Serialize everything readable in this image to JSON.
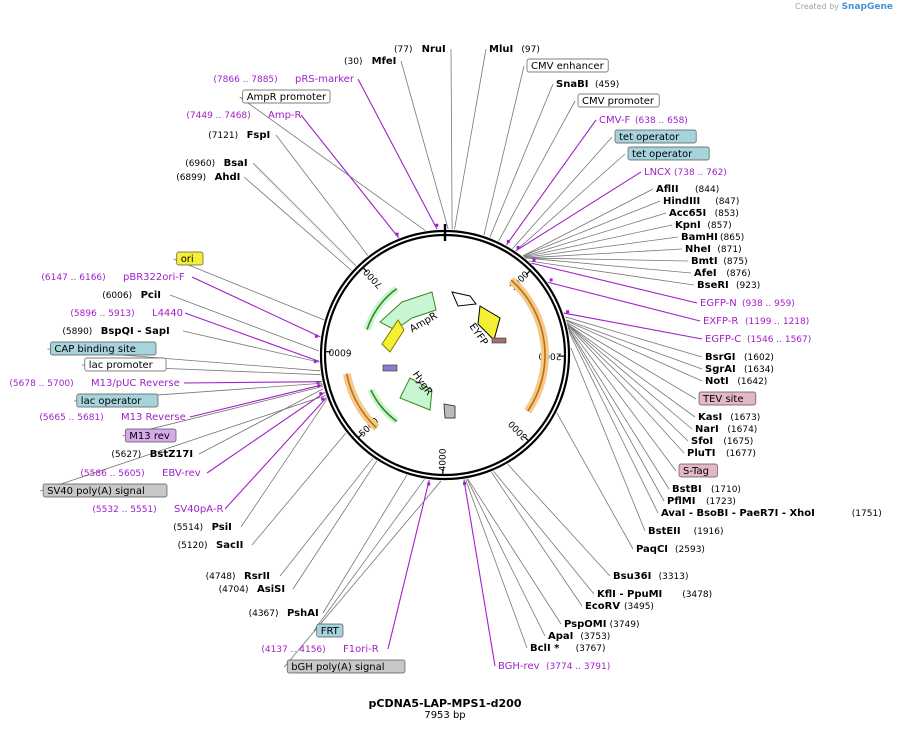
{
  "credit": {
    "prefix": "Created by",
    "brand": "SnapGene"
  },
  "plasmid": {
    "name": "pCDNA5-LAP-MPS1-d200",
    "length": "7953 bp"
  },
  "ticks": [
    "1000",
    "2000",
    "3000",
    "4000",
    "5000",
    "6000",
    "7000"
  ],
  "inner_labels": [
    "AmpR",
    "EYFP",
    "HygR"
  ],
  "right_labels": [
    {
      "kind": "enzyme",
      "name": "MluI",
      "pos": "(97)"
    },
    {
      "kind": "feature",
      "name": "CMV enhancer",
      "color": "#ffffff"
    },
    {
      "kind": "enzyme",
      "name": "SnaBI",
      "pos": "(459)"
    },
    {
      "kind": "feature",
      "name": "CMV promoter",
      "color": "#ffffff"
    },
    {
      "kind": "primer",
      "name": "CMV-F",
      "pos": "(638 .. 658)"
    },
    {
      "kind": "feature",
      "name": "tet operator",
      "color": "#a6d4dc"
    },
    {
      "kind": "feature",
      "name": "tet operator",
      "color": "#a6d4dc"
    },
    {
      "kind": "primer",
      "name": "LNCX",
      "pos": "(738 .. 762)"
    },
    {
      "kind": "enzyme",
      "name": "AflII",
      "pos": "(844)"
    },
    {
      "kind": "enzyme",
      "name": "HindIII",
      "pos": "(847)"
    },
    {
      "kind": "enzyme",
      "name": "Acc65I",
      "pos": "(853)"
    },
    {
      "kind": "enzyme",
      "name": "KpnI",
      "pos": "(857)"
    },
    {
      "kind": "enzyme",
      "name": "BamHI",
      "pos": "(865)"
    },
    {
      "kind": "enzyme",
      "name": "NheI",
      "pos": "(871)"
    },
    {
      "kind": "enzyme",
      "name": "BmtI",
      "pos": "(875)"
    },
    {
      "kind": "enzyme",
      "name": "AfeI",
      "pos": "(876)"
    },
    {
      "kind": "enzyme",
      "name": "BseRI",
      "pos": "(923)"
    },
    {
      "kind": "primer",
      "name": "EGFP-N",
      "pos": "(938 .. 959)"
    },
    {
      "kind": "primer",
      "name": "EXFP-R",
      "pos": "(1199 .. 1218)"
    },
    {
      "kind": "primer",
      "name": "EGFP-C",
      "pos": "(1546 .. 1567)"
    },
    {
      "kind": "enzyme",
      "name": "BsrGI",
      "pos": "(1602)"
    },
    {
      "kind": "enzyme",
      "name": "SgrAI",
      "pos": "(1634)"
    },
    {
      "kind": "enzyme",
      "name": "NotI",
      "pos": "(1642)"
    },
    {
      "kind": "feature",
      "name": "TEV site",
      "color": "#e3b8c4"
    },
    {
      "kind": "enzyme",
      "name": "KasI",
      "pos": "(1673)"
    },
    {
      "kind": "enzyme",
      "name": "NarI",
      "pos": "(1674)"
    },
    {
      "kind": "enzyme",
      "name": "SfoI",
      "pos": "(1675)"
    },
    {
      "kind": "enzyme",
      "name": "PluTI",
      "pos": "(1677)"
    },
    {
      "kind": "feature",
      "name": "S-Tag",
      "color": "#e3b8c4"
    },
    {
      "kind": "enzyme",
      "name": "BstBI",
      "pos": "(1710)"
    },
    {
      "kind": "enzyme",
      "name": "PflMI",
      "pos": "(1723)"
    },
    {
      "kind": "enzyme",
      "name": "AvaI - BsoBI - PaeR7I - XhoI",
      "pos": "(1751)"
    },
    {
      "kind": "enzyme",
      "name": "BstEII",
      "pos": "(1916)"
    },
    {
      "kind": "enzyme",
      "name": "PaqCI",
      "pos": "(2593)"
    },
    {
      "kind": "enzyme",
      "name": "Bsu36I",
      "pos": "(3313)"
    },
    {
      "kind": "enzyme",
      "name": "KflI - PpuMI",
      "pos": "(3478)"
    },
    {
      "kind": "enzyme",
      "name": "EcoRV",
      "pos": "(3495)"
    },
    {
      "kind": "enzyme",
      "name": "PspOMI",
      "pos": "(3749)"
    },
    {
      "kind": "enzyme",
      "name": "ApaI",
      "pos": "(3753)"
    },
    {
      "kind": "enzyme",
      "name": "BclI *",
      "pos": "(3767)"
    },
    {
      "kind": "primer",
      "name": "BGH-rev",
      "pos": "(3774 .. 3791)"
    }
  ],
  "left_labels": [
    {
      "kind": "enzyme",
      "name": "NruI",
      "pos": "(77)"
    },
    {
      "kind": "enzyme",
      "name": "MfeI",
      "pos": "(30)"
    },
    {
      "kind": "primer",
      "name": "pRS-marker",
      "pos": "(7866 .. 7885)"
    },
    {
      "kind": "feature",
      "name": "AmpR promoter",
      "color": "#ffffff"
    },
    {
      "kind": "primer",
      "name": "Amp-R",
      "pos": "(7449 .. 7468)"
    },
    {
      "kind": "enzyme",
      "name": "FspI",
      "pos": "(7121)"
    },
    {
      "kind": "enzyme",
      "name": "BsaI",
      "pos": "(6960)"
    },
    {
      "kind": "enzyme",
      "name": "AhdI",
      "pos": "(6899)"
    },
    {
      "kind": "feature",
      "name": "ori",
      "color": "#f5f032"
    },
    {
      "kind": "primer",
      "name": "pBR322ori-F",
      "pos": "(6147 .. 6166)"
    },
    {
      "kind": "enzyme",
      "name": "PciI",
      "pos": "(6006)"
    },
    {
      "kind": "primer",
      "name": "L4440",
      "pos": "(5896 .. 5913)"
    },
    {
      "kind": "enzyme",
      "name": "BspQI - SapI",
      "pos": "(5890)"
    },
    {
      "kind": "feature",
      "name": "CAP binding site",
      "color": "#a6d4dc"
    },
    {
      "kind": "feature",
      "name": "lac promoter",
      "color": "#ffffff"
    },
    {
      "kind": "primer",
      "name": "M13/pUC Reverse",
      "pos": "(5678 .. 5700)"
    },
    {
      "kind": "feature",
      "name": "lac operator",
      "color": "#a6d4dc"
    },
    {
      "kind": "primer",
      "name": "M13 Reverse",
      "pos": "(5665 .. 5681)"
    },
    {
      "kind": "feature",
      "name": "M13 rev",
      "color": "#d8a8ec"
    },
    {
      "kind": "enzyme",
      "name": "BstZ17I",
      "pos": "(5627)"
    },
    {
      "kind": "primer",
      "name": "EBV-rev",
      "pos": "(5586 .. 5605)"
    },
    {
      "kind": "feature",
      "name": "SV40 poly(A) signal",
      "color": "#c8c8c8"
    },
    {
      "kind": "primer",
      "name": "SV40pA-R",
      "pos": "(5532 .. 5551)"
    },
    {
      "kind": "enzyme",
      "name": "PsiI",
      "pos": "(5514)"
    },
    {
      "kind": "enzyme",
      "name": "SacII",
      "pos": "(5120)"
    },
    {
      "kind": "enzyme",
      "name": "RsrII",
      "pos": "(4748)"
    },
    {
      "kind": "enzyme",
      "name": "AsiSI",
      "pos": "(4704)"
    },
    {
      "kind": "enzyme",
      "name": "PshAI",
      "pos": "(4367)"
    },
    {
      "kind": "feature",
      "name": "FRT",
      "color": "#a6d4dc"
    },
    {
      "kind": "primer",
      "name": "F1ori-R",
      "pos": "(4137 .. 4156)"
    },
    {
      "kind": "feature",
      "name": "bGH poly(A) signal",
      "color": "#c8c8c8"
    }
  ],
  "colors": {
    "enzyme": "#000000",
    "primer": "#a020c8",
    "backbone": "#000000",
    "orange": "#f5c98a",
    "green": "#c8f5d2"
  }
}
